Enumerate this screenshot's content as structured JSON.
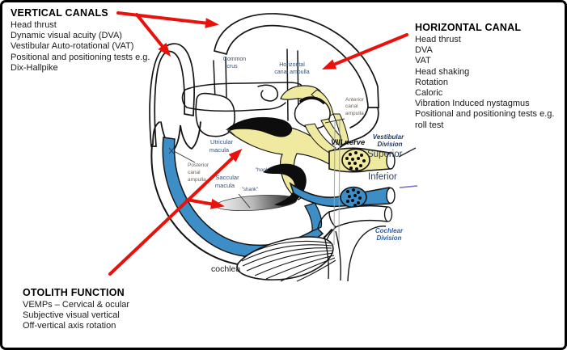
{
  "panels": {
    "vertical_canals": {
      "title": "VERTICAL CANALS",
      "items": [
        "Head thrust",
        "Dynamic visual acuity (DVA)",
        "Vestibular Auto-rotational (VAT)",
        "Positional and positioning tests e.g.",
        "Dix-Hallpike"
      ]
    },
    "horizontal_canal": {
      "title": "HORIZONTAL CANAL",
      "items": [
        "Head thrust",
        "DVA",
        "VAT",
        "Head shaking",
        "Rotation",
        "Caloric",
        "Vibration Induced nystagmus",
        "Positional and positioning tests e.g.",
        "roll test"
      ]
    },
    "otolith_function": {
      "title": "OTOLITH FUNCTION",
      "items": [
        "VEMPs – Cervical & ocular",
        "Subjective visual vertical",
        "Off-vertical axis rotation"
      ]
    }
  },
  "diagram": {
    "labels": {
      "common_crus_1": "Common",
      "common_crus_2": "crus",
      "hc_ampulla_1": "Horizontal",
      "hc_ampulla_2": "canal ampulla",
      "ant_ampulla_1": "Anterior",
      "ant_ampulla_2": "canal",
      "ant_ampulla_3": "ampulla",
      "utricular_1": "Utricular",
      "utricular_2": "macula",
      "posterior_1": "Posterior",
      "posterior_2": "canal",
      "posterior_3": "ampulla",
      "saccular_1": "Saccular",
      "saccular_2": "macula",
      "hook": "\"hook\"",
      "shank": "\"shank\"",
      "viii_nerve": "VIII nerve",
      "vestibular_division_1": "Vestibular",
      "vestibular_division_2": "Division",
      "superior": "Superior",
      "inferior": "Inferior",
      "cochlear_division_1": "Cochlear",
      "cochlear_division_2": "Division",
      "cochlea": "cochlea"
    },
    "colors": {
      "arrow_red": "#e8120b",
      "superior_division_yellow": "#f0e9a0",
      "inferior_division_blue": "#3d8ec6",
      "label_navy": "#203864",
      "cochlear_label_blue": "#2a5caa"
    }
  }
}
